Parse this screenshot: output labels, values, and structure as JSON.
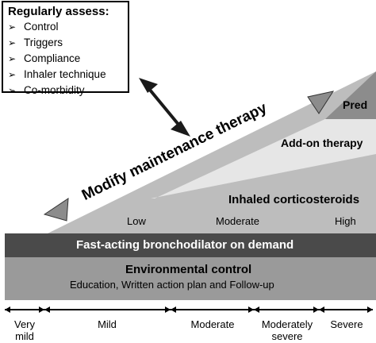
{
  "assess": {
    "title": "Regularly assess:",
    "bullet": "➢",
    "items": [
      "Control",
      "Triggers",
      "Compliance",
      "Inhaler technique",
      "Co-morbidity"
    ]
  },
  "modify_label": "Modify maintenance therapy",
  "layers": {
    "pred": "Pred",
    "addon": "Add-on therapy",
    "ics": "Inhaled corticosteroids",
    "ics_levels": [
      "Low",
      "Moderate",
      "High"
    ],
    "bronchodilator": "Fast-acting bronchodilator on demand",
    "env_title": "Environmental control",
    "env_sub": "Education, Written action plan and Follow-up"
  },
  "severity": [
    "Very mild",
    "Mild",
    "Moderate",
    "Moderately severe",
    "Severe"
  ],
  "colors": {
    "env": "#9a9a9a",
    "bronchodilator": "#4a4a4a",
    "ics": "#bdbdbd",
    "addon": "#e6e6e6",
    "pred": "#8c8c8c",
    "arrow": "#1a1a1a"
  }
}
